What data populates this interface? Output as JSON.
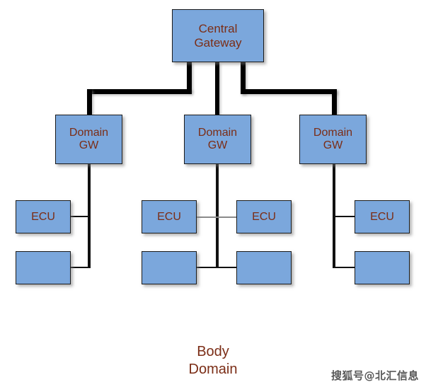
{
  "diagram": {
    "title": "Body Domain",
    "caption": "Body\nDomain",
    "nodes": {
      "central_gateway": {
        "label": "Central\nGateway"
      },
      "domain_gw_left": {
        "label": "Domain\nGW"
      },
      "domain_gw_middle": {
        "label": "Domain\nGW"
      },
      "domain_gw_right": {
        "label": "Domain\nGW"
      },
      "ecu_left": {
        "label": "ECU"
      },
      "ecu_middle_left": {
        "label": "ECU"
      },
      "ecu_middle_right": {
        "label": "ECU"
      },
      "ecu_right": {
        "label": "ECU"
      },
      "blank_left": {
        "label": ""
      },
      "blank_middle_left": {
        "label": ""
      },
      "blank_middle_right": {
        "label": ""
      },
      "blank_right": {
        "label": ""
      }
    },
    "colors": {
      "node_fill": "#7ba7dc",
      "node_border": "#1b1b1b",
      "text": "#7b2d16",
      "line": "#000000",
      "line_gray": "#8a8a8a",
      "background": "#ffffff"
    }
  },
  "watermark": {
    "text": "搜狐号@北汇信息"
  }
}
